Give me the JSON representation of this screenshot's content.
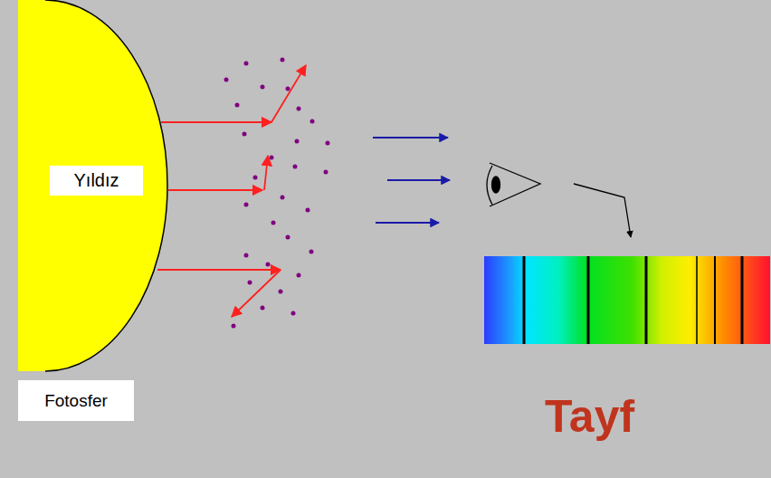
{
  "diagram": {
    "nodes": [
      {
        "text": [
          "Yıldız"
        ]
      },
      {
        "text": [
          "Fotosfer"
        ]
      }
    ],
    "labels": [
      "Tayf"
    ]
  }
}
